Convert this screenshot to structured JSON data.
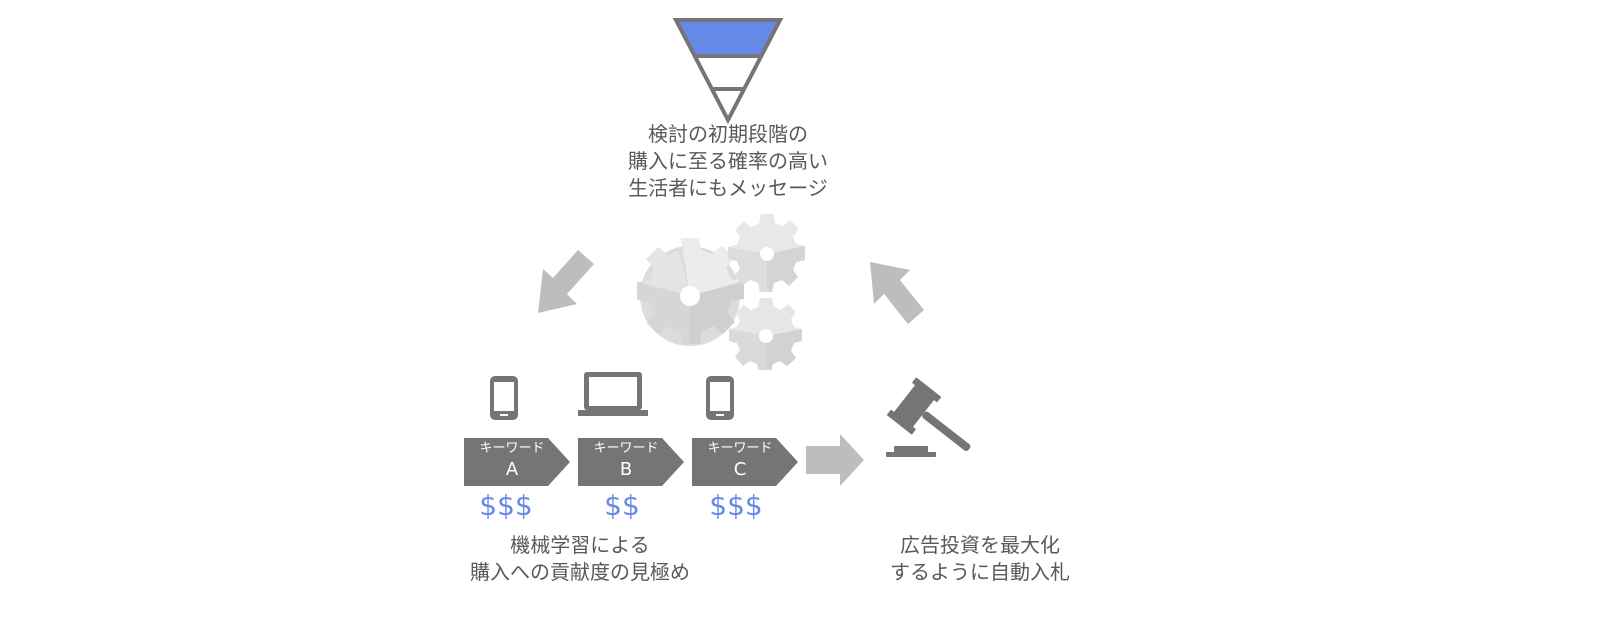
{
  "funnel_caption": {
    "line1": "検討の初期段階の",
    "line2": "購入に至る確率の高い",
    "line3": "生活者にもメッセージ"
  },
  "keywords": [
    {
      "label": "キーワード",
      "letter": "A",
      "cost": "$$$"
    },
    {
      "label": "キーワード",
      "letter": "B",
      "cost": "$$"
    },
    {
      "label": "キーワード",
      "letter": "C",
      "cost": "$$$"
    }
  ],
  "devices": [
    "smartphone-icon",
    "laptop-icon",
    "smartphone-icon"
  ],
  "ml_caption": {
    "line1": "機械学習による",
    "line2": "購入への貢献度の見極め"
  },
  "bid_caption": {
    "line1": "広告投資を最大化",
    "line2": "するように自動入札"
  },
  "colors": {
    "funnel_fill": "#6688e6",
    "dark_gray": "#757575",
    "arrow_gray": "#bdbdbd",
    "cost_blue": "#6688e6",
    "text": "#595959"
  }
}
